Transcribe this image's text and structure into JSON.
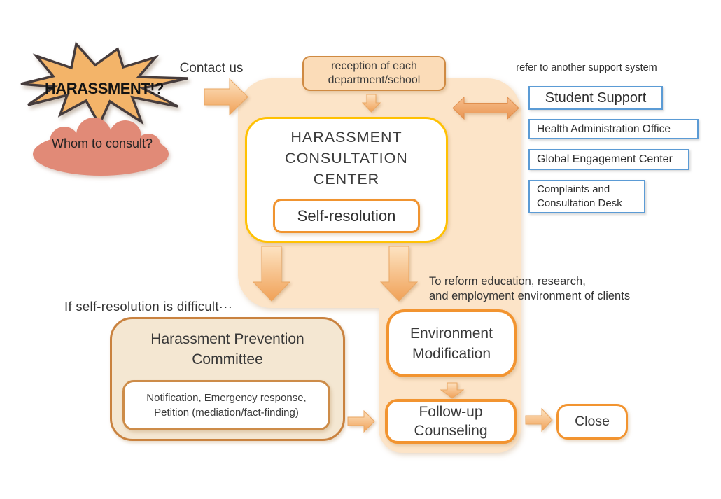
{
  "palette": {
    "flow_background": "#fce4c8",
    "starburst_fill": "#f3b469",
    "cloud_fill": "#e18a77",
    "center_border_yellow": "#ffc103",
    "process_border_orange": "#f29430",
    "committee_border_brown": "#c9823f",
    "support_border_blue": "#5b9bd5",
    "arrow_gradient_light": "#fde3c2",
    "arrow_gradient_dark": "#f0a157",
    "text_color": "#3a3a3a"
  },
  "icons": {
    "contact_arrow": "right-arrow",
    "reception_arrow": "down-arrow",
    "refer_arrow": "left-right-double-arrow",
    "committee_path_arrow": "down-arrow",
    "modification_path_arrow": "down-arrow",
    "environment_to_followup_arrow": "down-arrow",
    "committee_to_followup_arrow": "right-arrow",
    "followup_to_close_arrow": "right-arrow"
  },
  "intro": {
    "burst_label": "HARASSMENT!?",
    "cloud_label": "Whom to consult?",
    "contact_label": "Contact us"
  },
  "reception": {
    "label": "reception of each\ndepartment/school"
  },
  "center": {
    "title": "HARASSMENT\nCONSULTATION\nCENTER",
    "self_resolution_label": "Self-resolution"
  },
  "refer": {
    "caption": "refer to another support system",
    "systems": [
      {
        "label": "Student Support"
      },
      {
        "label": "Health Administration Office"
      },
      {
        "label": "Global Engagement Center"
      },
      {
        "label": "Complaints and\nConsultation Desk"
      }
    ]
  },
  "committee": {
    "condition_label": "If self-resolution is difficult···",
    "title": "Harassment Prevention\nCommittee",
    "actions_label": "Notification, Emergency response,\nPetition (mediation/fact-finding)"
  },
  "outcome": {
    "reform_note": "To reform education, research,\nand employment environment of clients",
    "environment_label": "Environment\nModification",
    "followup_label": "Follow-up\nCounseling",
    "close_label": "Close"
  }
}
